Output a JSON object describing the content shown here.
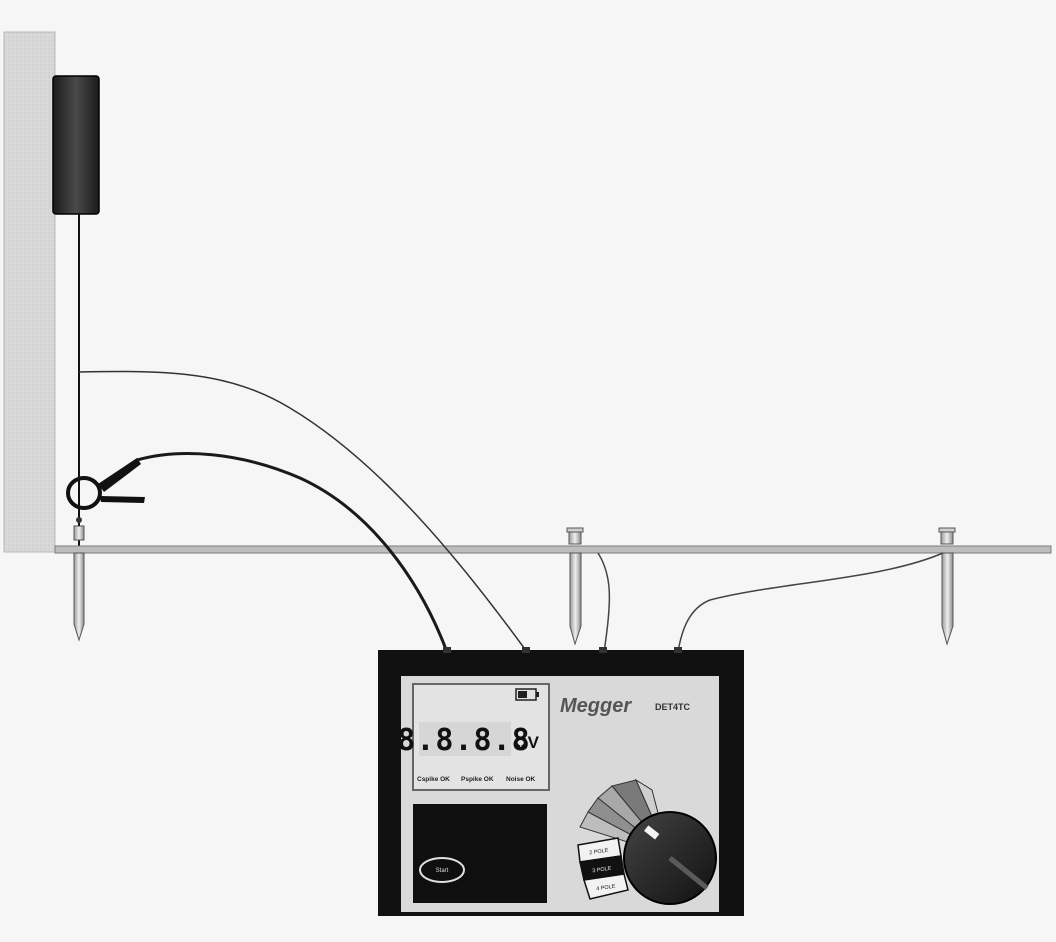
{
  "brand": "Megger",
  "model": "DET4TC",
  "display_digits": "8.8.8.8",
  "unit": "ΩV",
  "status_labels": [
    "Cspike OK",
    "Pspike OK",
    "Noise OK"
  ],
  "start_button": "Start",
  "dial_labels": [
    "2 POLE",
    "3 POLE",
    "4 POLE"
  ],
  "colors": {
    "wall_fill": "#dcdcdc",
    "housing": "#111111",
    "panel": "#d9d9d9",
    "lead": "#222222"
  }
}
